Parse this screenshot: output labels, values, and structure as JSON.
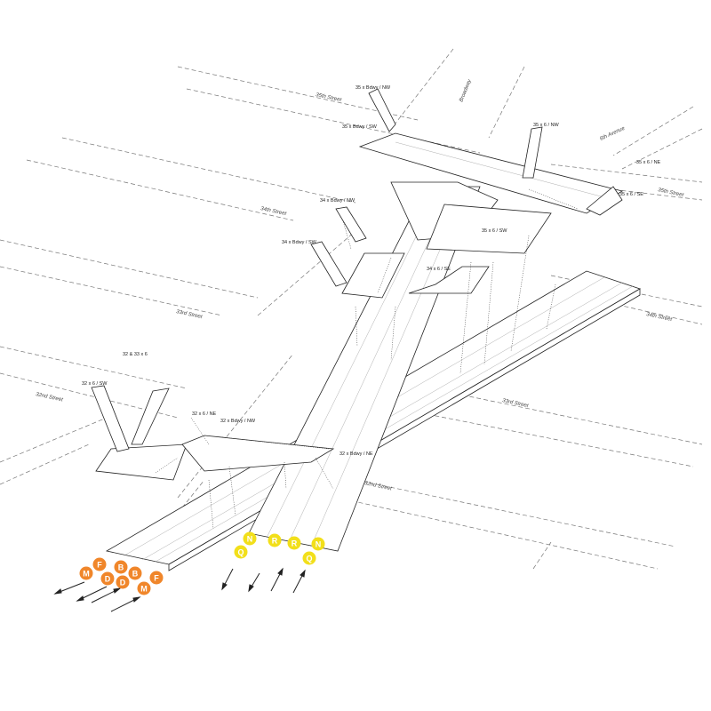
{
  "streets": {
    "s35_top": "35th Street",
    "broadway": "Broadway",
    "sixth_ave": "6th Avenue",
    "s34_left": "34th Street",
    "s35_right": "35th Street",
    "s33_left": "33rd Street",
    "s34_right": "34th Street",
    "s32_left": "32nd Street",
    "s33_right": "33rd Street",
    "s32_bottom": "32nd Street"
  },
  "entrances": {
    "e35_bdwy_nw": "35 x Bdwy / NW",
    "e35_bdwy_sw": "35 x Bdwy / SW",
    "e35_6_nw": "35 x 6 / NW",
    "e35_6_ne": "35 x 6 / NE",
    "e35_6_se": "35 x 6 / SE",
    "e34_bdwy_nw": "34 x Bdwy / NW",
    "e34_bdwy_sw": "34 x Bdwy / SW",
    "e35_6_sw": "35 x 6 / SW",
    "e34_6_se": "34 x 6 / SE",
    "e32_33_6": "32 & 33 x 6",
    "e32_6_sw": "32 x 6 / SW",
    "e32_6_ne": "32 x 6 / NE",
    "e32_bdwy_nw": "32 x Bdwy / NW",
    "e32_bdwy_ne": "32 x Bdwy / NE"
  },
  "colors": {
    "orange_line": "#F0862A",
    "yellow_line": "#F2DF1A"
  },
  "route_bullets": {
    "orange": [
      "F",
      "M",
      "B",
      "D",
      "B",
      "D",
      "M",
      "F"
    ],
    "yellow": [
      "N",
      "Q",
      "R",
      "R",
      "N",
      "Q"
    ]
  }
}
